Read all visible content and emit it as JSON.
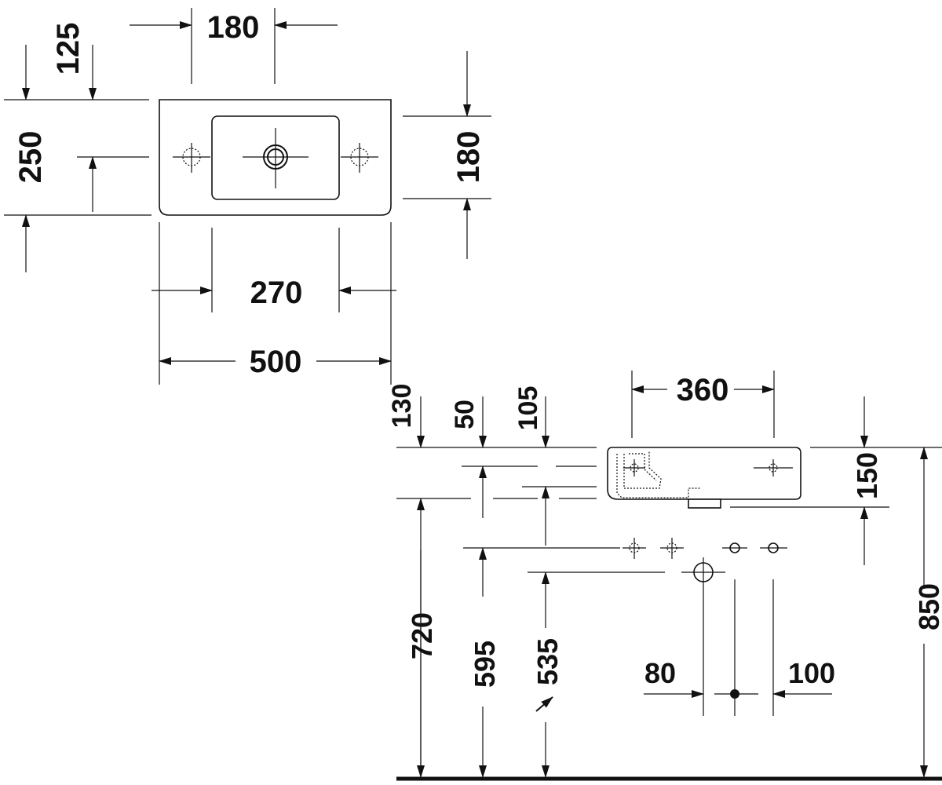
{
  "top_view": {
    "dims": {
      "hole_spacing": "180",
      "hole_offset": "125",
      "depth": "250",
      "side_depth": "180",
      "bowl_width": "270",
      "overall_width": "500"
    }
  },
  "side_view": {
    "dims": {
      "tap_spacing": "360",
      "d130": "130",
      "d50": "50",
      "d105": "105",
      "height_150": "150",
      "height_720": "720",
      "height_595": "595",
      "height_535": "535",
      "height_850": "850",
      "offset_80": "80",
      "offset_100": "100"
    }
  }
}
